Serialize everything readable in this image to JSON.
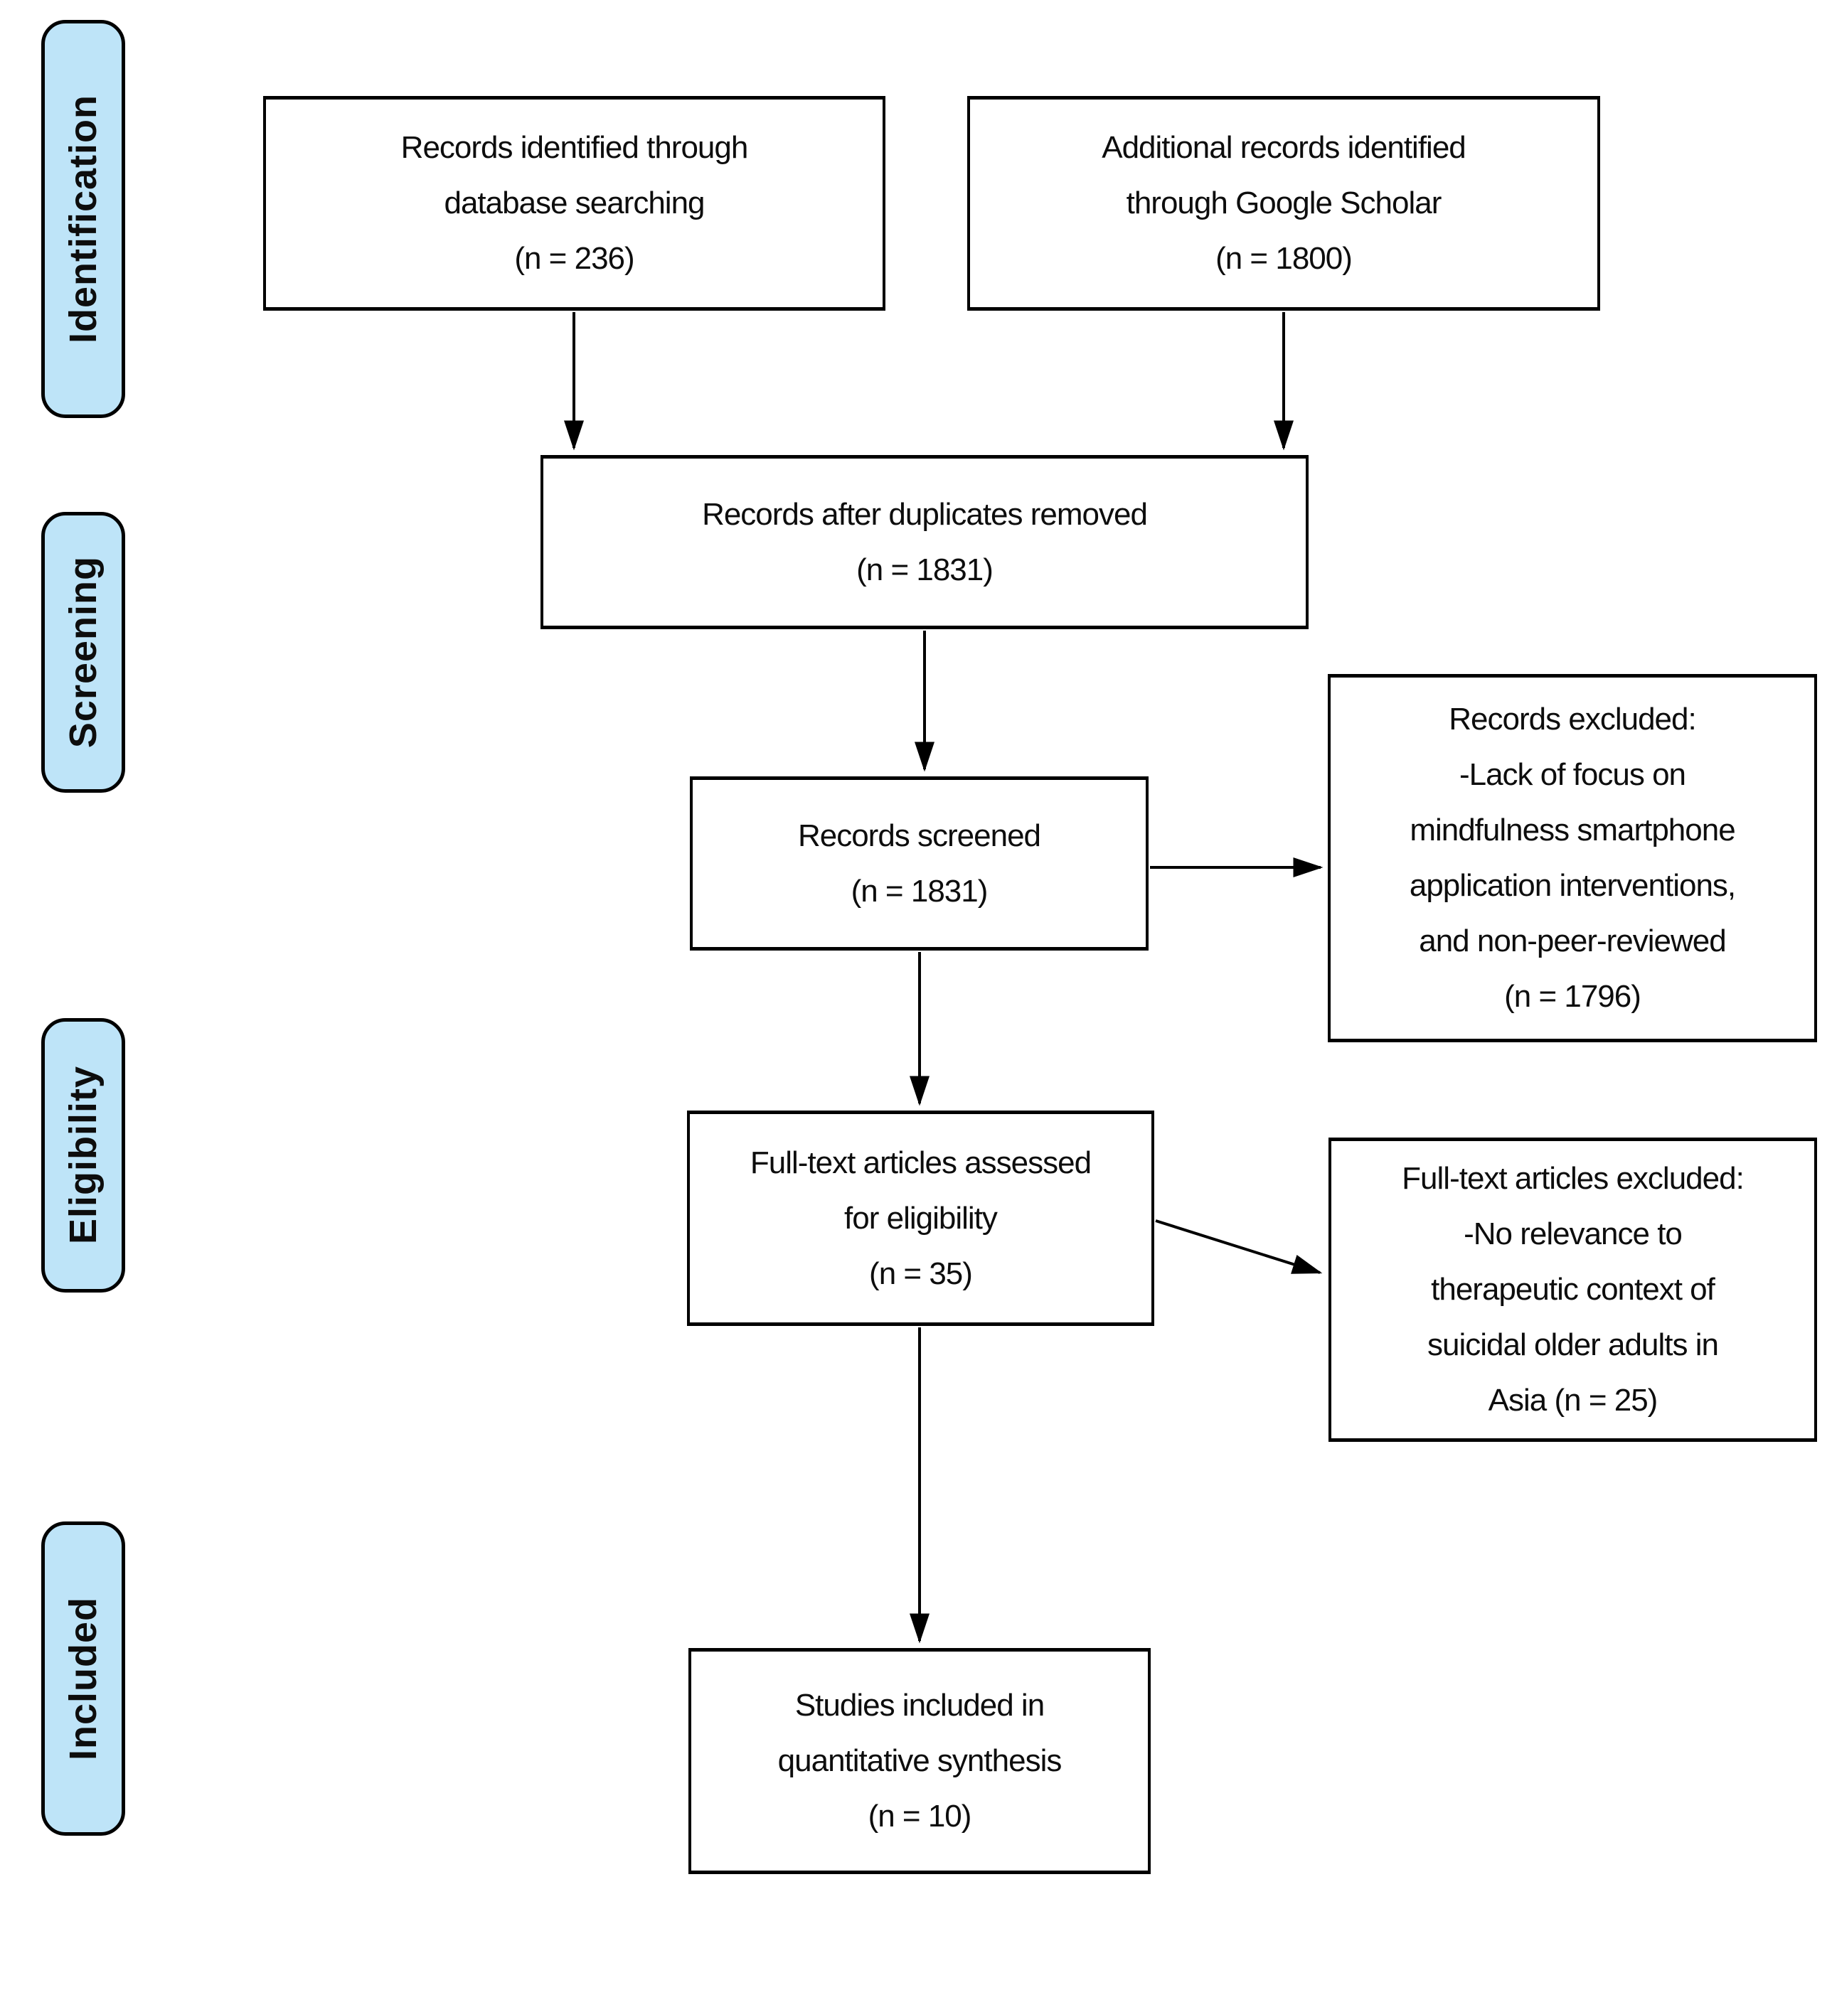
{
  "colors": {
    "stage_pill_fill": "#bee4f8",
    "line_and_border": "#000000",
    "text": "#0d0d0d",
    "background": "#ffffff"
  },
  "stages": [
    {
      "label": "Identification"
    },
    {
      "label": "Screening"
    },
    {
      "label": "Eligibility"
    },
    {
      "label": "Included"
    }
  ],
  "nodes": {
    "identified": {
      "text": "Records identified through\ndatabase searching\n(n = 236)",
      "n": "236"
    },
    "additional": {
      "text": "Additional records identified\nthrough Google Scholar\n(n = 1800)",
      "n": "1800"
    },
    "deduplicated": {
      "text": "Records after duplicates removed\n(n = 1831)",
      "n": "1831"
    },
    "screened": {
      "text": "Records screened\n(n = 1831)",
      "n": "1831"
    },
    "records_excluded": {
      "text": "Records excluded:\n-Lack of focus on\nmindfulness smartphone\napplication interventions,\nand non-peer-reviewed\n(n = 1796)",
      "n": "1796"
    },
    "fulltext_assessed": {
      "text": "Full-text articles assessed\nfor eligibility\n(n = 35)",
      "n": "35"
    },
    "fulltext_excluded": {
      "text": "Full-text articles excluded:\n-No relevance to\ntherapeutic context of\nsuicidal older adults in\nAsia (n = 25)",
      "n": "25"
    },
    "included_studies": {
      "text": "Studies included in\nquantitative synthesis\n(n = 10)",
      "n": "10"
    }
  }
}
